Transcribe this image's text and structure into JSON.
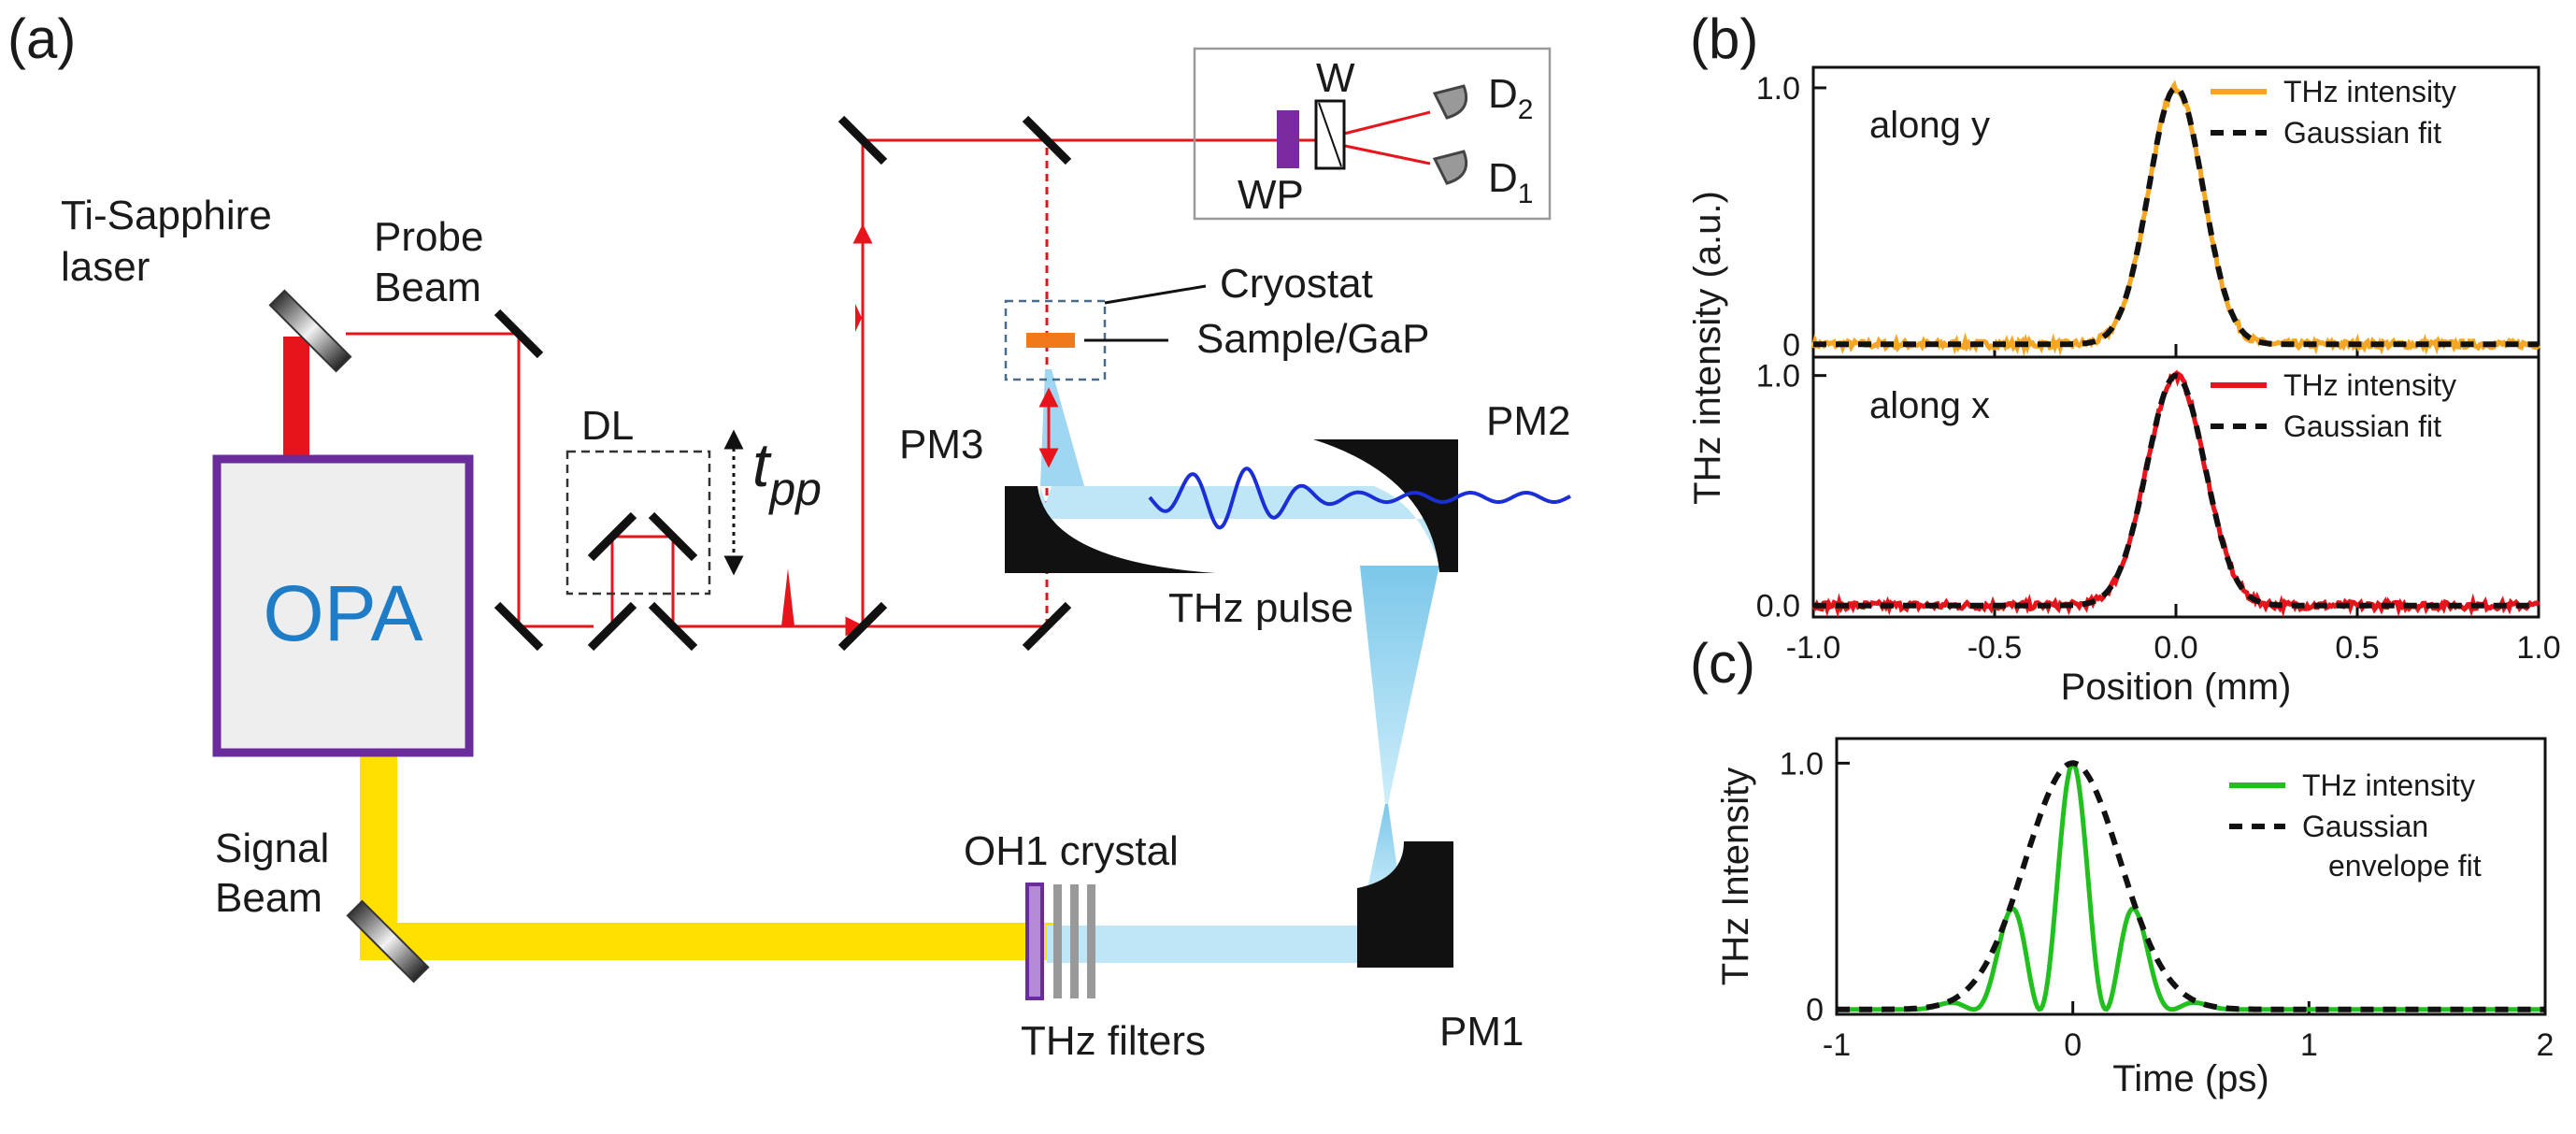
{
  "panels": {
    "a": "(a)",
    "b": "(b)",
    "c": "(c)"
  },
  "setup": {
    "laser_line1": "Ti-Sapphire",
    "laser_line2": "laser",
    "opa": "OPA",
    "probe_line1": "Probe",
    "probe_line2": "Beam",
    "signal_line1": "Signal",
    "signal_line2": "Beam",
    "delay_line": "DL",
    "tpp_main": "t",
    "tpp_sub": "pp",
    "pm1": "PM1",
    "pm2": "PM2",
    "pm3": "PM3",
    "thz_pulse": "THz pulse",
    "oh1": "OH1 crystal",
    "filters": "THz filters",
    "cryostat": "Cryostat",
    "sample": "Sample/GaP",
    "wp": "WP",
    "w": "W",
    "d1_main": "D",
    "d1_sub": "1",
    "d2_main": "D",
    "d2_sub": "2"
  },
  "colors": {
    "beam_red": "#e8141b",
    "signal_yellow": "#ffe000",
    "thz_blue": "#bfe6f7",
    "opa_border": "#6a2c9a",
    "curve_orange": "#f5a623",
    "curve_red": "#e8141b",
    "curve_green": "#22c01e"
  },
  "chart_data": [
    {
      "type": "line",
      "panel": "(b)",
      "annotation": "along y",
      "ylabel": "THz intensity (a.u.)",
      "xlim": [
        -1.0,
        1.0
      ],
      "ylim": [
        -0.05,
        1.08
      ],
      "yticks": [
        {
          "v": 0,
          "label": "0"
        },
        {
          "v": 1.0,
          "label": "1.0"
        }
      ],
      "series": [
        {
          "name": "THz intensity",
          "kind": "noisy-gaussian",
          "center": 0.0,
          "sigma": 0.075,
          "amplitude": 1.0,
          "noise": 0.028,
          "color": "#f5a623"
        },
        {
          "name": "Gaussian fit",
          "kind": "gaussian",
          "center": 0.0,
          "sigma": 0.075,
          "amplitude": 1.0,
          "dashed": true,
          "color": "#111111"
        }
      ]
    },
    {
      "type": "line",
      "panel": "(b)",
      "annotation": "along x",
      "xlabel": "Position (mm)",
      "xlim": [
        -1.0,
        1.0
      ],
      "ylim": [
        -0.05,
        1.08
      ],
      "xticks": [
        -1.0,
        -0.5,
        0.0,
        0.5,
        1.0
      ],
      "xticklabels": [
        "-1.0",
        "-0.5",
        "0.0",
        "0.5",
        "1.0"
      ],
      "yticks": [
        {
          "v": 0,
          "label": "0.0"
        },
        {
          "v": 1.0,
          "label": "1.0"
        }
      ],
      "series": [
        {
          "name": "THz intensity",
          "kind": "noisy-gaussian",
          "center": 0.0,
          "sigma": 0.08,
          "amplitude": 1.0,
          "noise": 0.032,
          "color": "#e8141b"
        },
        {
          "name": "Gaussian fit",
          "kind": "gaussian",
          "center": 0.0,
          "sigma": 0.08,
          "amplitude": 1.0,
          "dashed": true,
          "color": "#111111"
        }
      ]
    },
    {
      "type": "line",
      "panel": "(c)",
      "xlabel": "Time (ps)",
      "ylabel": "THz Intensity",
      "xlim": [
        -1,
        2
      ],
      "ylim": [
        -0.02,
        1.1
      ],
      "xticks": [
        -1,
        0,
        1,
        2
      ],
      "xticklabels": [
        "-1",
        "0",
        "1",
        "2"
      ],
      "yticks": [
        {
          "v": 0,
          "label": "0"
        },
        {
          "v": 1.0,
          "label": "1.0"
        }
      ],
      "series": [
        {
          "name": "THz intensity",
          "kind": "oscillating",
          "center": 0.0,
          "sigma": 0.2,
          "period": 0.28,
          "amplitude": 1.0,
          "color": "#22c01e"
        },
        {
          "name": "Gaussian\nenvelope fit",
          "kind": "gaussian",
          "center": 0.0,
          "sigma": 0.2,
          "amplitude": 1.0,
          "dashed": true,
          "color": "#111111"
        }
      ]
    }
  ]
}
